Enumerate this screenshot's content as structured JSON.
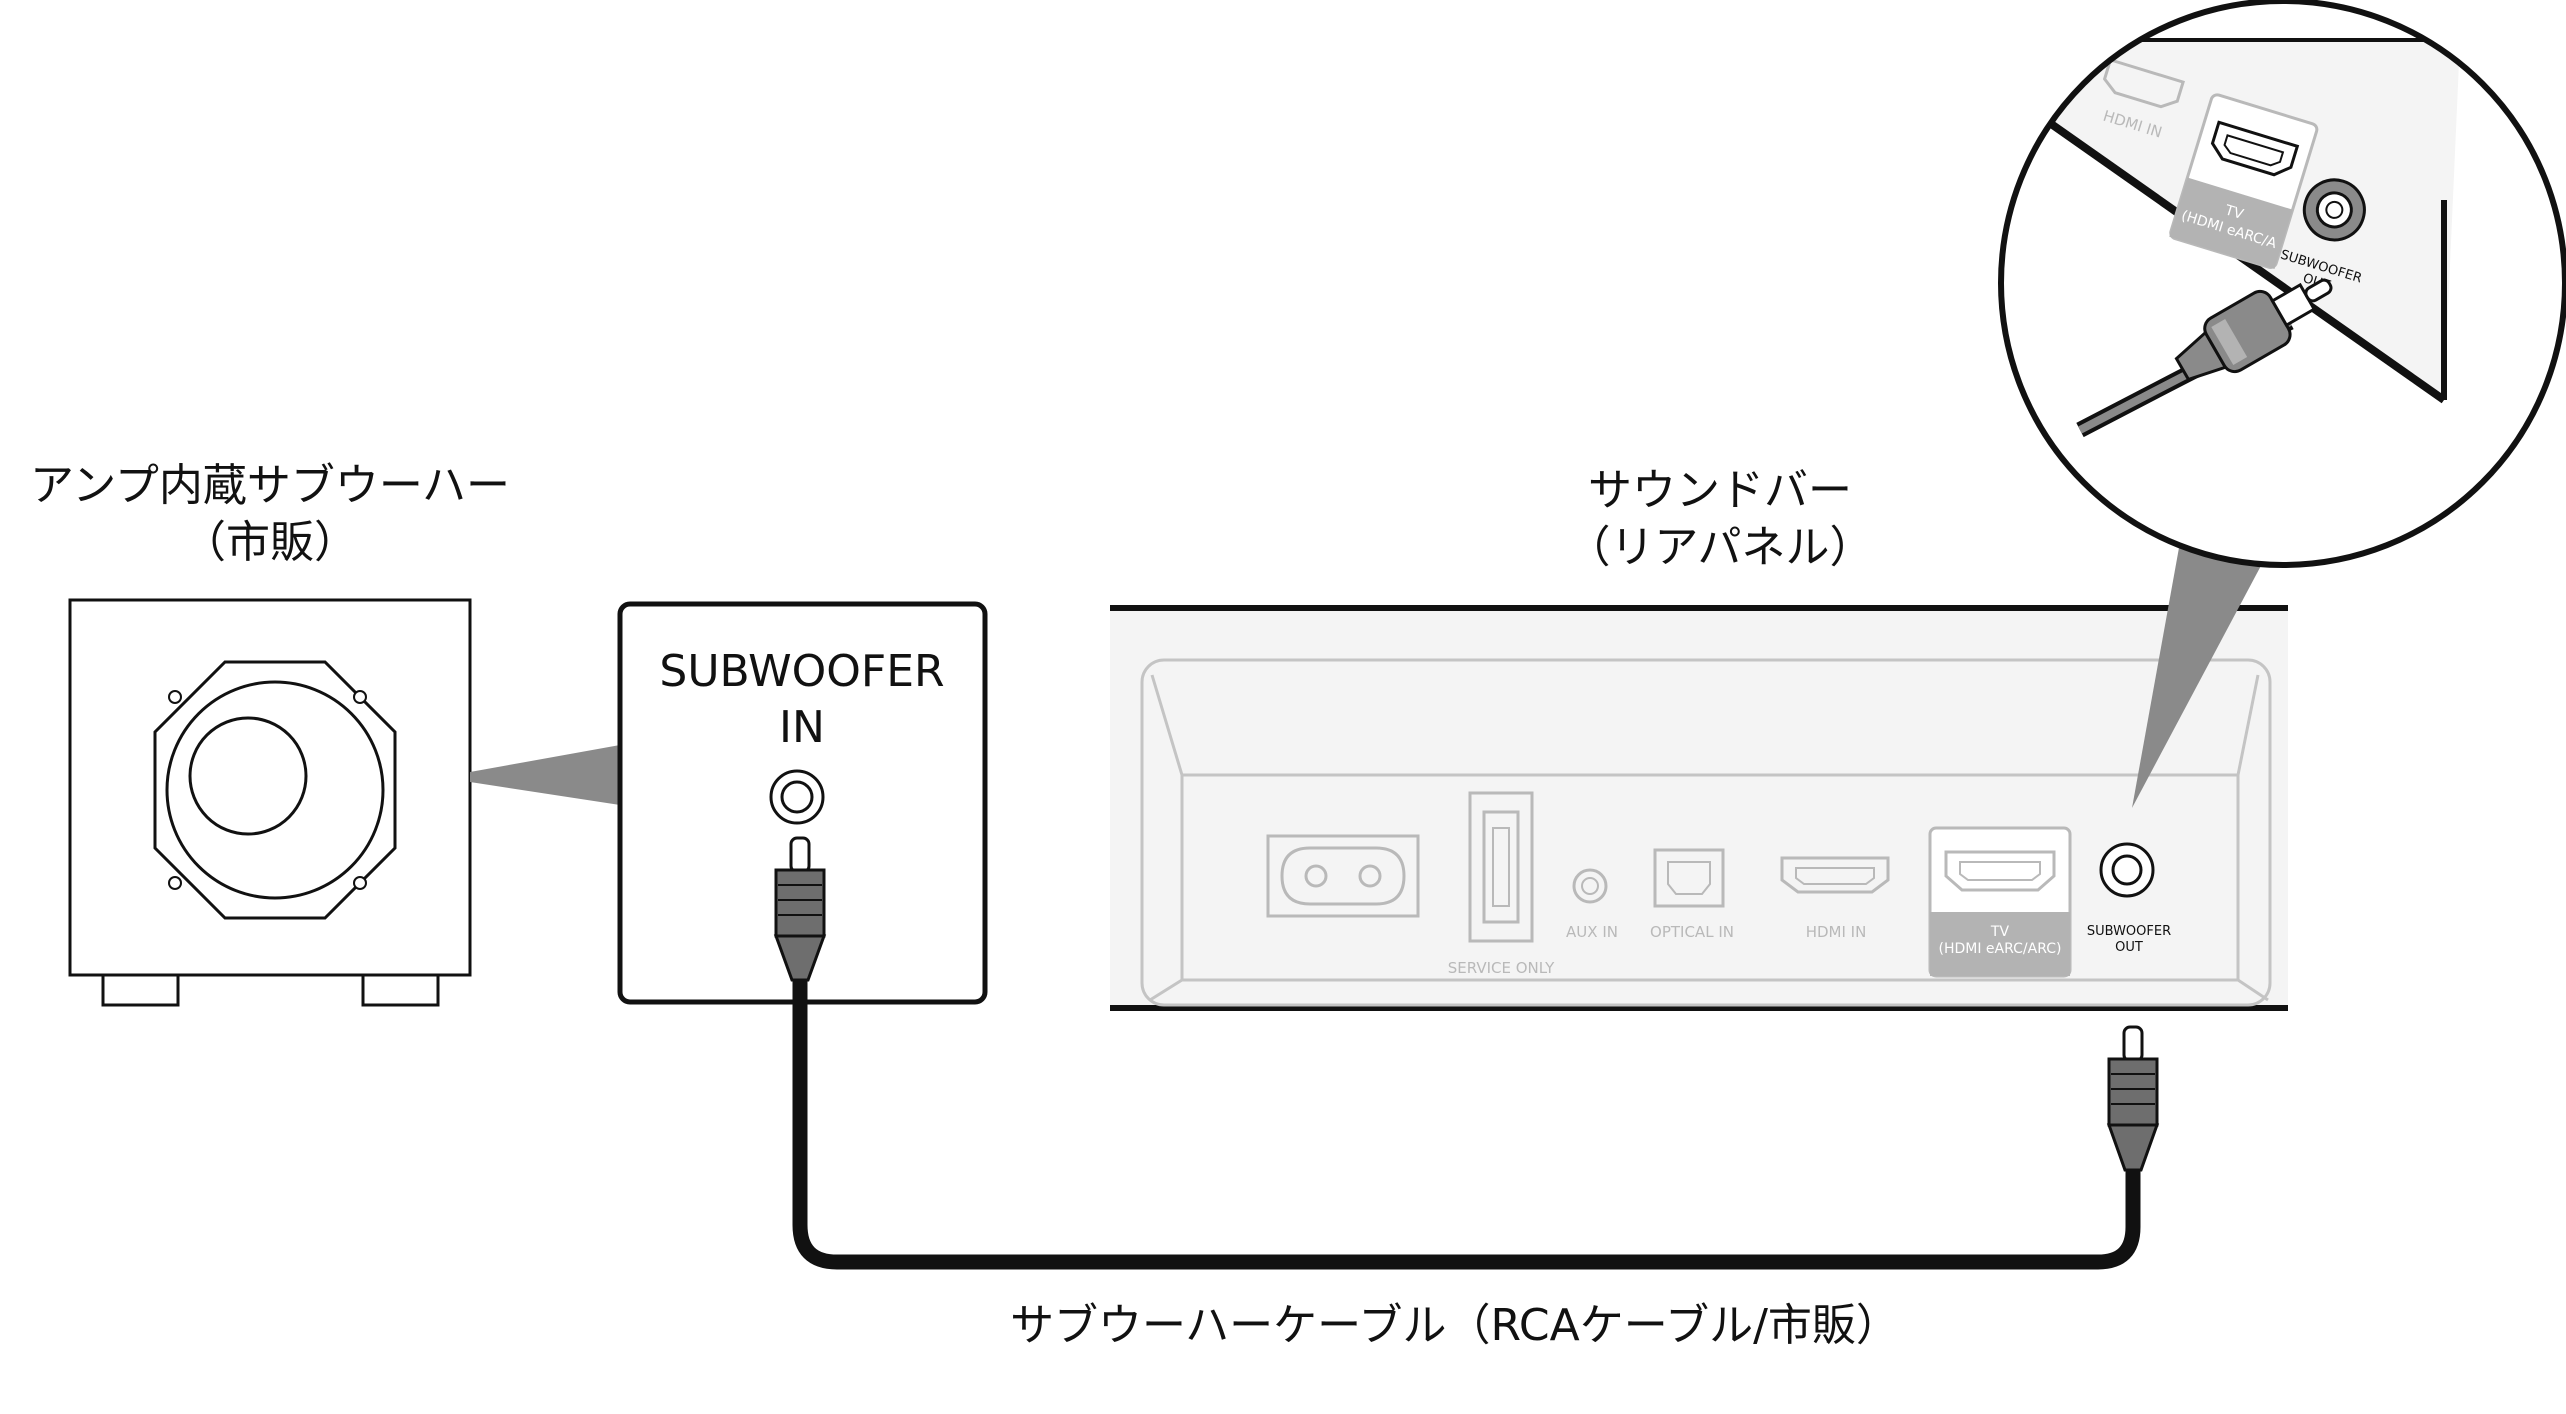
{
  "subwoofer": {
    "title_line1": "アンプ内蔵サブウーハー",
    "title_line2": "（市販）",
    "input_label_line1": "SUBWOOFER",
    "input_label_line2": "IN"
  },
  "soundbar": {
    "title_line1": "サウンドバー",
    "title_line2": "（リアパネル）",
    "ports": {
      "service_only": "SERVICE ONLY",
      "aux_in": "AUX IN",
      "optical_in": "OPTICAL IN",
      "hdmi_in": "HDMI IN",
      "tv_line1": "TV",
      "tv_line2": "(HDMI eARC/ARC)",
      "sub_out_line1": "SUBWOOFER",
      "sub_out_line2": "OUT"
    }
  },
  "zoom": {
    "hdmi_in": "HDMI IN",
    "tv_line1": "TV",
    "tv_line2": "(HDMI eARC/A",
    "sub_out_line1": "SUBWOOFER",
    "sub_out_line2": "OUT"
  },
  "cable": {
    "label": "サブウーハーケーブル（RCAケーブル/市販）"
  },
  "colors": {
    "line": "#111111",
    "faint": "#b9b9b9",
    "panel": "#f4f4f4",
    "callout": "#8a8a8a",
    "tv_fill": "#b3b3b3"
  }
}
